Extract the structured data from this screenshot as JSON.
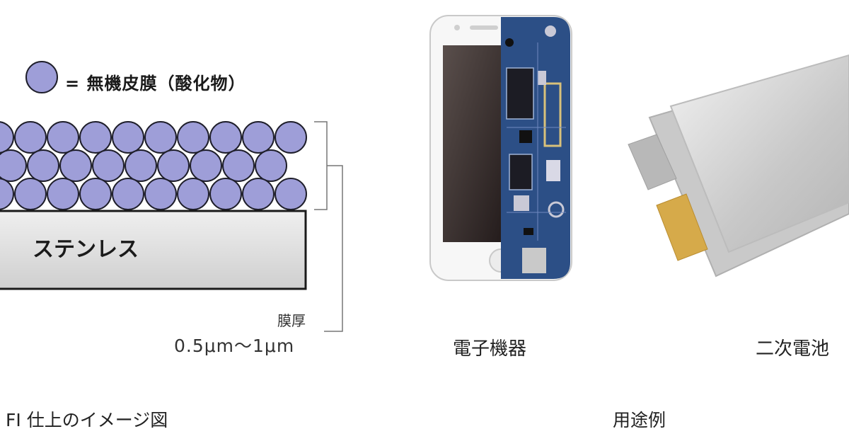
{
  "diagram": {
    "legend_label": "=  無機皮膜（酸化物）",
    "substrate_label": "ステンレス",
    "thickness_label": "膜厚",
    "thickness_value": "0.5μm～1μm",
    "caption": "FI 仕上のイメージ図",
    "particle_color": "#9e9ed8",
    "substrate_color": "#d6d6d6"
  },
  "uses": {
    "caption": "用途例",
    "electronics_label": "電子機器",
    "battery_label": "二次電池"
  },
  "colors": {
    "pcb": "#2c4f86",
    "battery_body": "#d2d2d2",
    "tab_gray": "#b8b8b8",
    "tab_gold": "#d6aa4a"
  }
}
